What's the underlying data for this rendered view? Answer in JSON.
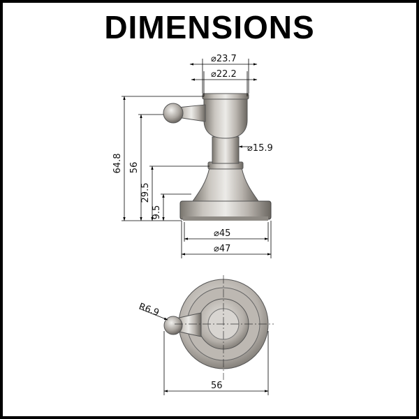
{
  "title": "DIMENSIONS",
  "dimensions": {
    "d_outer_cup": "⌀23.7",
    "d_inner_cup": "⌀22.2",
    "d_neck": "⌀15.9",
    "h_total": "64.8",
    "h_knob": "56",
    "h_collar": "29.5",
    "h_base": "9.5",
    "d_base_inner": "⌀45",
    "d_base_outer": "⌀47",
    "r_knob": "R6.9",
    "w_plan": "56"
  },
  "colors": {
    "metal_light": "#d9d6d2",
    "metal_mid": "#a8a49f",
    "metal_dark": "#6e6a65",
    "line": "#000000"
  }
}
